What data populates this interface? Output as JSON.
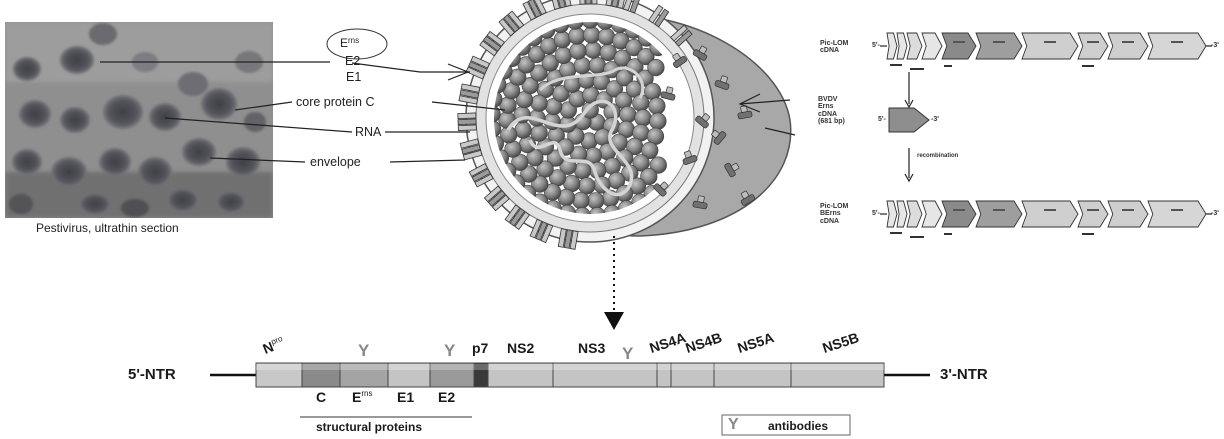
{
  "micrograph": {
    "caption": "Pestivirus, ultrathin section"
  },
  "virion": {
    "labels": {
      "erns_base": "E",
      "erns_sup": "rns",
      "e2": "E2",
      "e1": "E1",
      "core": "core protein C",
      "rna": "RNA",
      "envelope": "envelope"
    }
  },
  "constructs": {
    "top": {
      "line1": "Pic-LOM",
      "line2": "cDNA"
    },
    "insert": {
      "line1": "BVDV",
      "line2": "Erns",
      "line3": "cDNA",
      "line4": "(681 bp)"
    },
    "arrow_label": "recombination",
    "bottom": {
      "line1": "Pic-LOM",
      "line2": "BErns",
      "line3": "cDNA"
    },
    "end5": "5'-",
    "end3": "-3'"
  },
  "genome": {
    "ntr5": "5'-NTR",
    "ntr3": "3'-NTR",
    "npro_base": "N",
    "npro_sup": "pro",
    "p7": "p7",
    "c": "C",
    "erns_base": "E",
    "erns_sup": "rns",
    "e1": "E1",
    "e2": "E2",
    "ns2": "NS2",
    "ns3": "NS3",
    "ns4a": "NS4A",
    "ns4b": "NS4B",
    "ns5a": "NS5A",
    "ns5b": "NS5B",
    "structural": "structural proteins",
    "antibody_glyph": "Y",
    "legend": "antibodies"
  }
}
